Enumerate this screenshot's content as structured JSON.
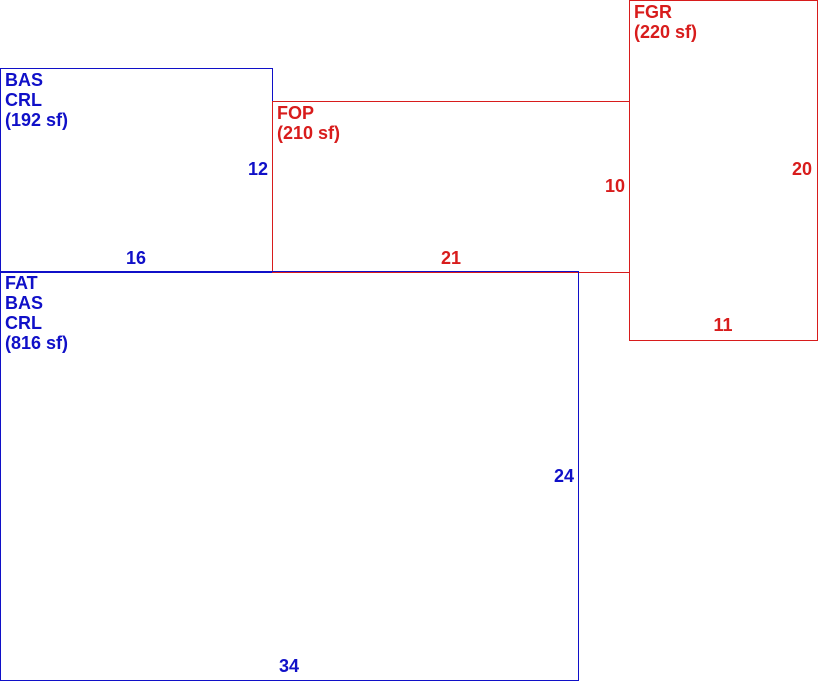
{
  "colors": {
    "living": "#1010c8",
    "non_living": "#d81c1c"
  },
  "rooms": {
    "bas_crl": {
      "codes": [
        "BAS",
        "CRL"
      ],
      "area": "(192 sf)",
      "width": "16",
      "height": "12"
    },
    "fop": {
      "codes": [
        "FOP"
      ],
      "area": "(210 sf)",
      "width": "21",
      "height": "10"
    },
    "fgr": {
      "codes": [
        "FGR"
      ],
      "area": "(220 sf)",
      "width": "11",
      "height": "20"
    },
    "fat": {
      "codes": [
        "FAT",
        "BAS",
        "CRL"
      ],
      "area": "(816 sf)",
      "width": "34",
      "height": "24"
    }
  }
}
